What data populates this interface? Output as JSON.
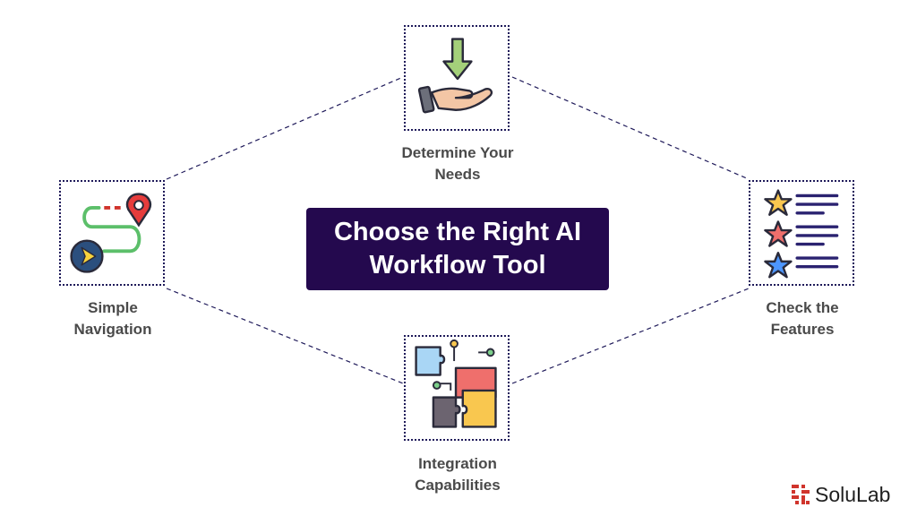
{
  "title": {
    "line1": "Choose the Right AI",
    "line2": "Workflow Tool"
  },
  "steps": [
    {
      "id": "determine",
      "line1": "Determine Your",
      "line2": "Needs",
      "icon": "hand-receive-arrow-icon"
    },
    {
      "id": "features",
      "line1": "Check the",
      "line2": "Features",
      "icon": "star-checklist-icon"
    },
    {
      "id": "integration",
      "line1": "Integration",
      "line2": "Capabilities",
      "icon": "puzzle-pieces-icon"
    },
    {
      "id": "navigation",
      "line1": "Simple",
      "line2": "Navigation",
      "icon": "route-map-pin-icon"
    }
  ],
  "brand": {
    "name": "SoluLab",
    "logo_icon": "solulab-logo-icon"
  },
  "colors": {
    "title_bg": "#24094e",
    "border": "#1f1a5a",
    "label": "#4a4a4a",
    "brand_red": "#d0342c"
  }
}
